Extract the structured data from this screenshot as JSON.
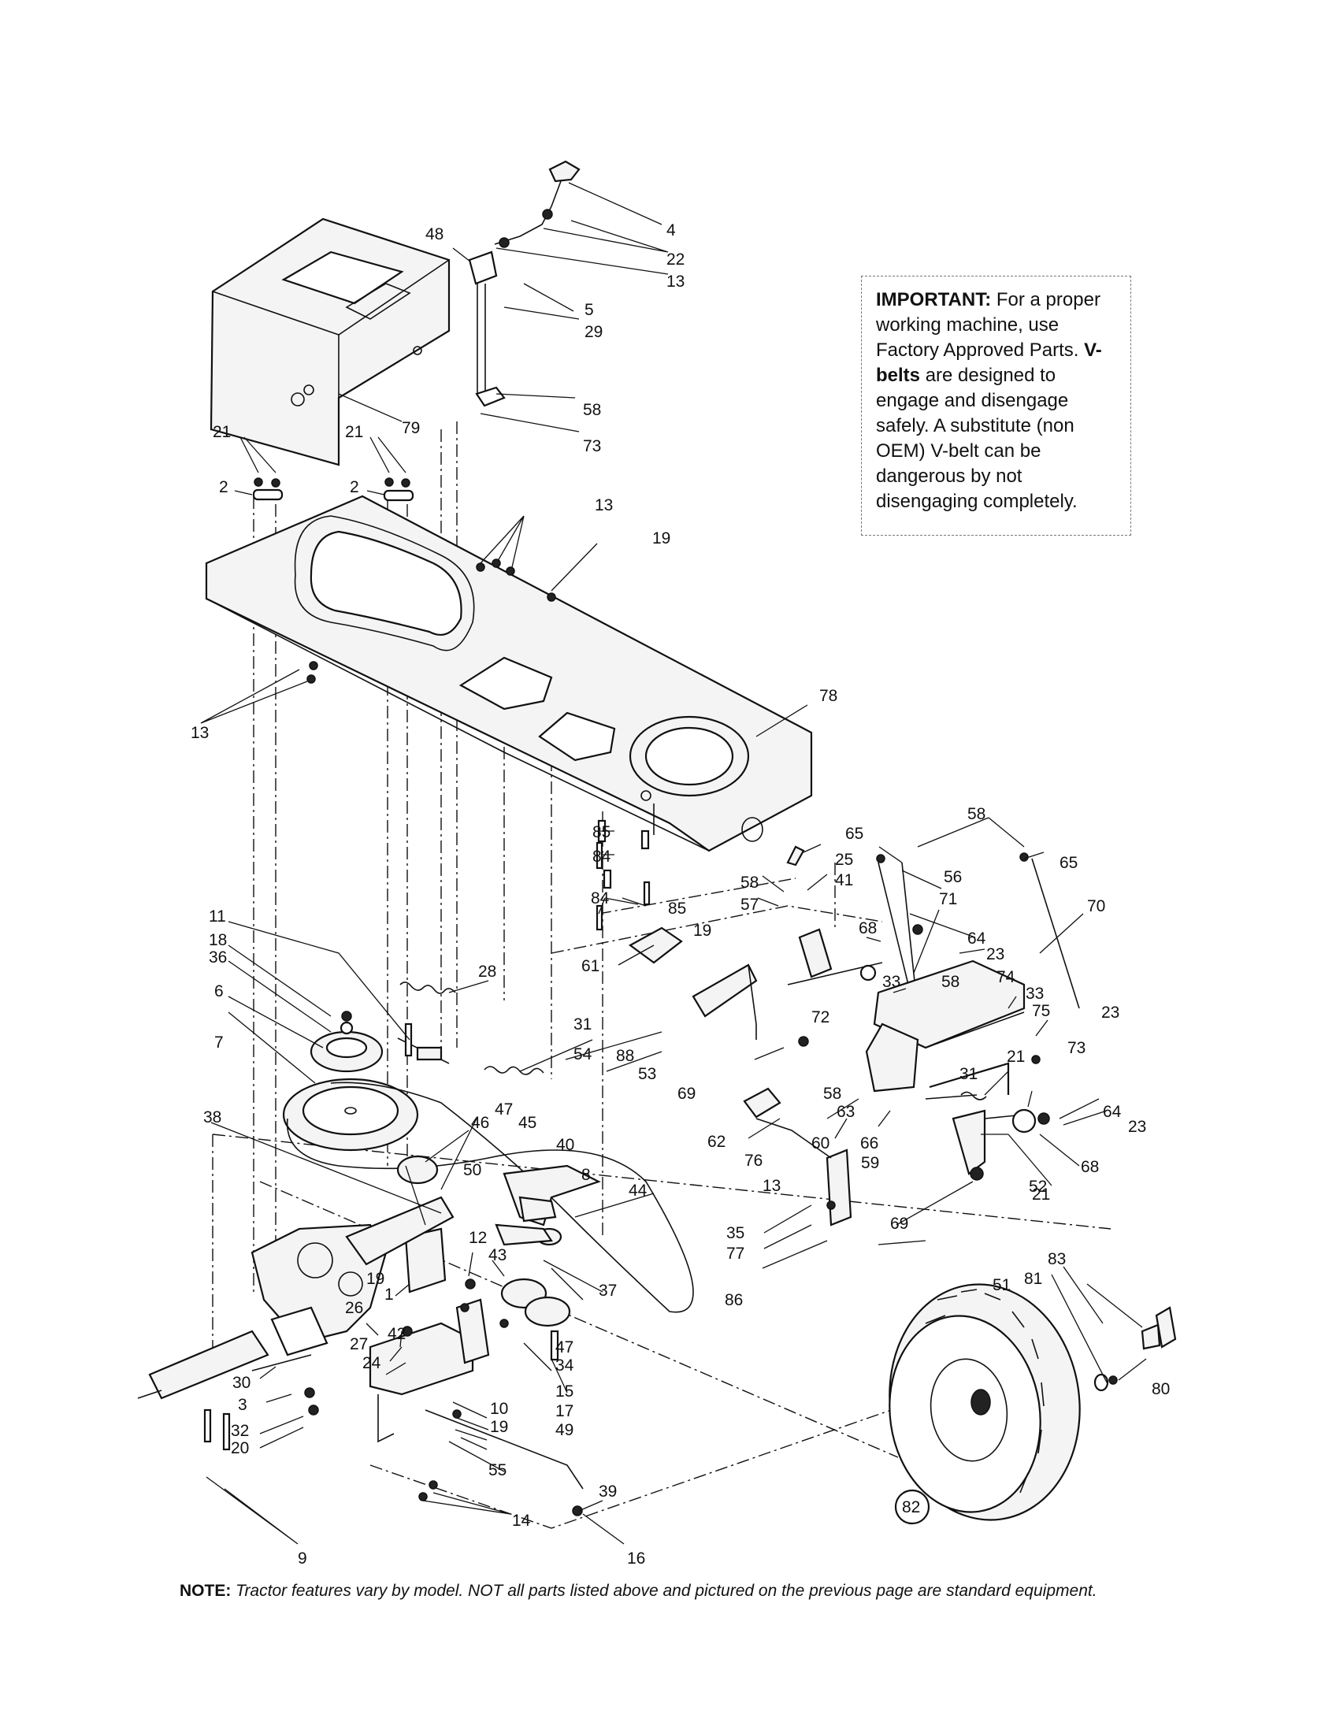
{
  "important_box": {
    "heading": "IMPORTANT:",
    "text_1": "For a proper working machine, use Factory Approved Parts.",
    "emphasis": "V-belts",
    "text_2": "are designed to engage and disengage safely. A substitute (non OEM) V-belt can be dangerous by not disengaging completely."
  },
  "note": {
    "label": "NOTE:",
    "text": "Tractor features vary by model. NOT all parts listed above and pictured on the previous page are standard equipment."
  },
  "callouts": [
    {
      "id": "4",
      "text": "4"
    },
    {
      "id": "22",
      "text": "22"
    },
    {
      "id": "13a",
      "text": "13"
    },
    {
      "id": "48",
      "text": "48"
    },
    {
      "id": "5",
      "text": "5"
    },
    {
      "id": "29",
      "text": "29"
    },
    {
      "id": "58a",
      "text": "58"
    },
    {
      "id": "73a",
      "text": "73"
    },
    {
      "id": "79",
      "text": "79"
    },
    {
      "id": "21a",
      "text": "21"
    },
    {
      "id": "21b",
      "text": "21"
    },
    {
      "id": "2a",
      "text": "2"
    },
    {
      "id": "2b",
      "text": "2"
    },
    {
      "id": "13b",
      "text": "13"
    },
    {
      "id": "19a",
      "text": "19"
    },
    {
      "id": "13c",
      "text": "13"
    },
    {
      "id": "78",
      "text": "78"
    },
    {
      "id": "85a",
      "text": "85"
    },
    {
      "id": "84a",
      "text": "84"
    },
    {
      "id": "84b",
      "text": "84"
    },
    {
      "id": "85b",
      "text": "85"
    },
    {
      "id": "65a",
      "text": "65"
    },
    {
      "id": "58b",
      "text": "58"
    },
    {
      "id": "65b",
      "text": "65"
    },
    {
      "id": "56",
      "text": "56"
    },
    {
      "id": "25",
      "text": "25"
    },
    {
      "id": "41",
      "text": "41"
    },
    {
      "id": "58c",
      "text": "58"
    },
    {
      "id": "57",
      "text": "57"
    },
    {
      "id": "71",
      "text": "71"
    },
    {
      "id": "70",
      "text": "70"
    },
    {
      "id": "68a",
      "text": "68"
    },
    {
      "id": "23a",
      "text": "23"
    },
    {
      "id": "64a",
      "text": "64"
    },
    {
      "id": "61",
      "text": "61"
    },
    {
      "id": "19b",
      "text": "19"
    },
    {
      "id": "33a",
      "text": "33"
    },
    {
      "id": "58d",
      "text": "58"
    },
    {
      "id": "74",
      "text": "74"
    },
    {
      "id": "33b",
      "text": "33"
    },
    {
      "id": "75",
      "text": "75"
    },
    {
      "id": "23b",
      "text": "23"
    },
    {
      "id": "11",
      "text": "11"
    },
    {
      "id": "18",
      "text": "18"
    },
    {
      "id": "36",
      "text": "36"
    },
    {
      "id": "28",
      "text": "28"
    },
    {
      "id": "6",
      "text": "6"
    },
    {
      "id": "31a",
      "text": "31"
    },
    {
      "id": "54",
      "text": "54"
    },
    {
      "id": "72",
      "text": "72"
    },
    {
      "id": "7",
      "text": "7"
    },
    {
      "id": "88",
      "text": "88"
    },
    {
      "id": "53",
      "text": "53"
    },
    {
      "id": "21c",
      "text": "21"
    },
    {
      "id": "73b",
      "text": "73"
    },
    {
      "id": "31b",
      "text": "31"
    },
    {
      "id": "46",
      "text": "46"
    },
    {
      "id": "47a",
      "text": "47"
    },
    {
      "id": "45",
      "text": "45"
    },
    {
      "id": "69a",
      "text": "69"
    },
    {
      "id": "58e",
      "text": "58"
    },
    {
      "id": "63",
      "text": "63"
    },
    {
      "id": "23c",
      "text": "23"
    },
    {
      "id": "38",
      "text": "38"
    },
    {
      "id": "40",
      "text": "40"
    },
    {
      "id": "62",
      "text": "62"
    },
    {
      "id": "60",
      "text": "60"
    },
    {
      "id": "66",
      "text": "66"
    },
    {
      "id": "64b",
      "text": "64"
    },
    {
      "id": "76",
      "text": "76"
    },
    {
      "id": "59",
      "text": "59"
    },
    {
      "id": "68b",
      "text": "68"
    },
    {
      "id": "52",
      "text": "52"
    },
    {
      "id": "50",
      "text": "50"
    },
    {
      "id": "8",
      "text": "8"
    },
    {
      "id": "44",
      "text": "44"
    },
    {
      "id": "13d",
      "text": "13"
    },
    {
      "id": "21d",
      "text": "21"
    },
    {
      "id": "69b",
      "text": "69"
    },
    {
      "id": "35",
      "text": "35"
    },
    {
      "id": "77",
      "text": "77"
    },
    {
      "id": "12",
      "text": "12"
    },
    {
      "id": "43",
      "text": "43"
    },
    {
      "id": "86",
      "text": "86"
    },
    {
      "id": "19c",
      "text": "19"
    },
    {
      "id": "1",
      "text": "1"
    },
    {
      "id": "37",
      "text": "37"
    },
    {
      "id": "83",
      "text": "83"
    },
    {
      "id": "26",
      "text": "26"
    },
    {
      "id": "51",
      "text": "51"
    },
    {
      "id": "81",
      "text": "81"
    },
    {
      "id": "42",
      "text": "42"
    },
    {
      "id": "27",
      "text": "27"
    },
    {
      "id": "24",
      "text": "24"
    },
    {
      "id": "47b",
      "text": "47"
    },
    {
      "id": "34",
      "text": "34"
    },
    {
      "id": "30",
      "text": "30"
    },
    {
      "id": "15",
      "text": "15"
    },
    {
      "id": "80",
      "text": "80"
    },
    {
      "id": "3",
      "text": "3"
    },
    {
      "id": "10",
      "text": "10"
    },
    {
      "id": "17",
      "text": "17"
    },
    {
      "id": "32",
      "text": "32"
    },
    {
      "id": "20",
      "text": "20"
    },
    {
      "id": "19d",
      "text": "19"
    },
    {
      "id": "49",
      "text": "49"
    },
    {
      "id": "55",
      "text": "55"
    },
    {
      "id": "39",
      "text": "39"
    },
    {
      "id": "14",
      "text": "14"
    },
    {
      "id": "82",
      "text": "82"
    },
    {
      "id": "9",
      "text": "9"
    },
    {
      "id": "16",
      "text": "16"
    }
  ]
}
